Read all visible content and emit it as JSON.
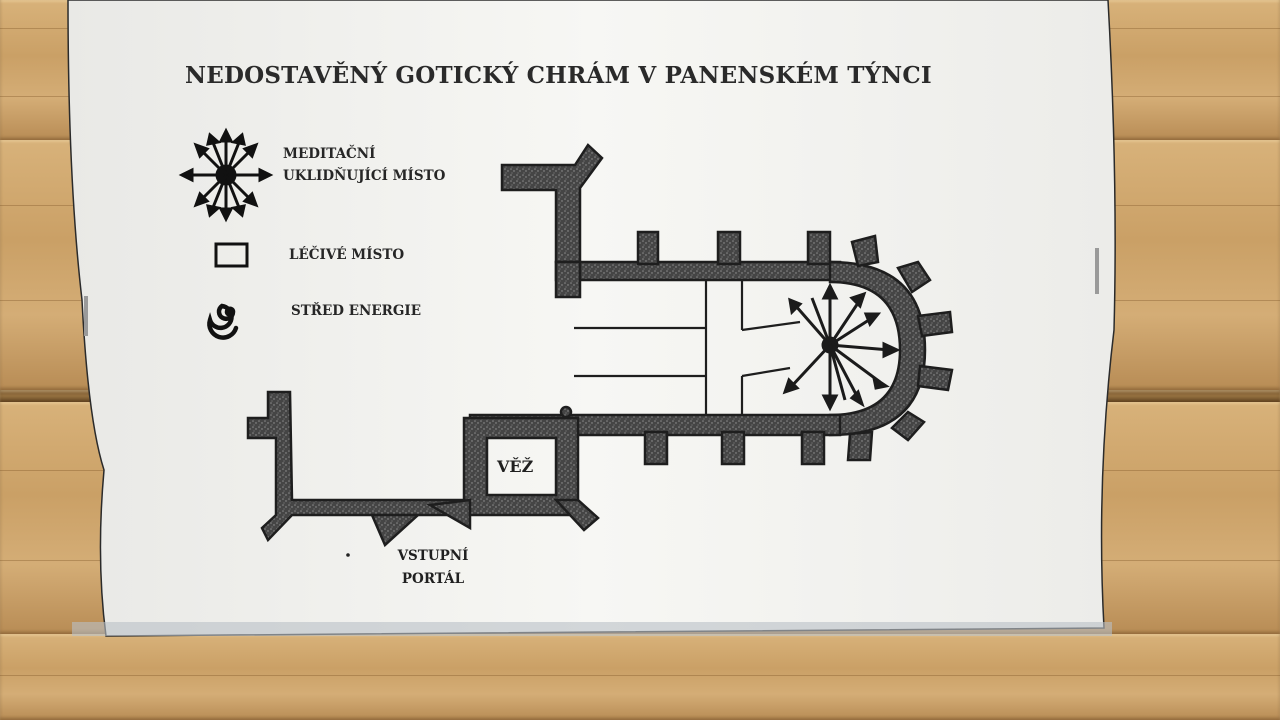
{
  "sign": {
    "title": "NEDOSTAVĚNÝ GOTICKÝ CHRÁM V PANENSKÉM TÝNCI",
    "legend": [
      {
        "icon": "radiating-star-icon",
        "line1": "MEDITAČNÍ",
        "line2": "UKLIDŇUJÍCÍ MÍSTO"
      },
      {
        "icon": "square-icon",
        "line1": "LÉČIVÉ MÍSTO"
      },
      {
        "icon": "spiral-icon",
        "line1": "STŘED ENERGIE"
      }
    ],
    "plan": {
      "tower_label": "VĚŽ",
      "portal_line1": "VSTUPNÍ",
      "portal_line2": "PORTÁL"
    }
  },
  "colors": {
    "wall": "#3b3b3b",
    "paper": "#f4f4f1",
    "wood": "#caa066"
  }
}
